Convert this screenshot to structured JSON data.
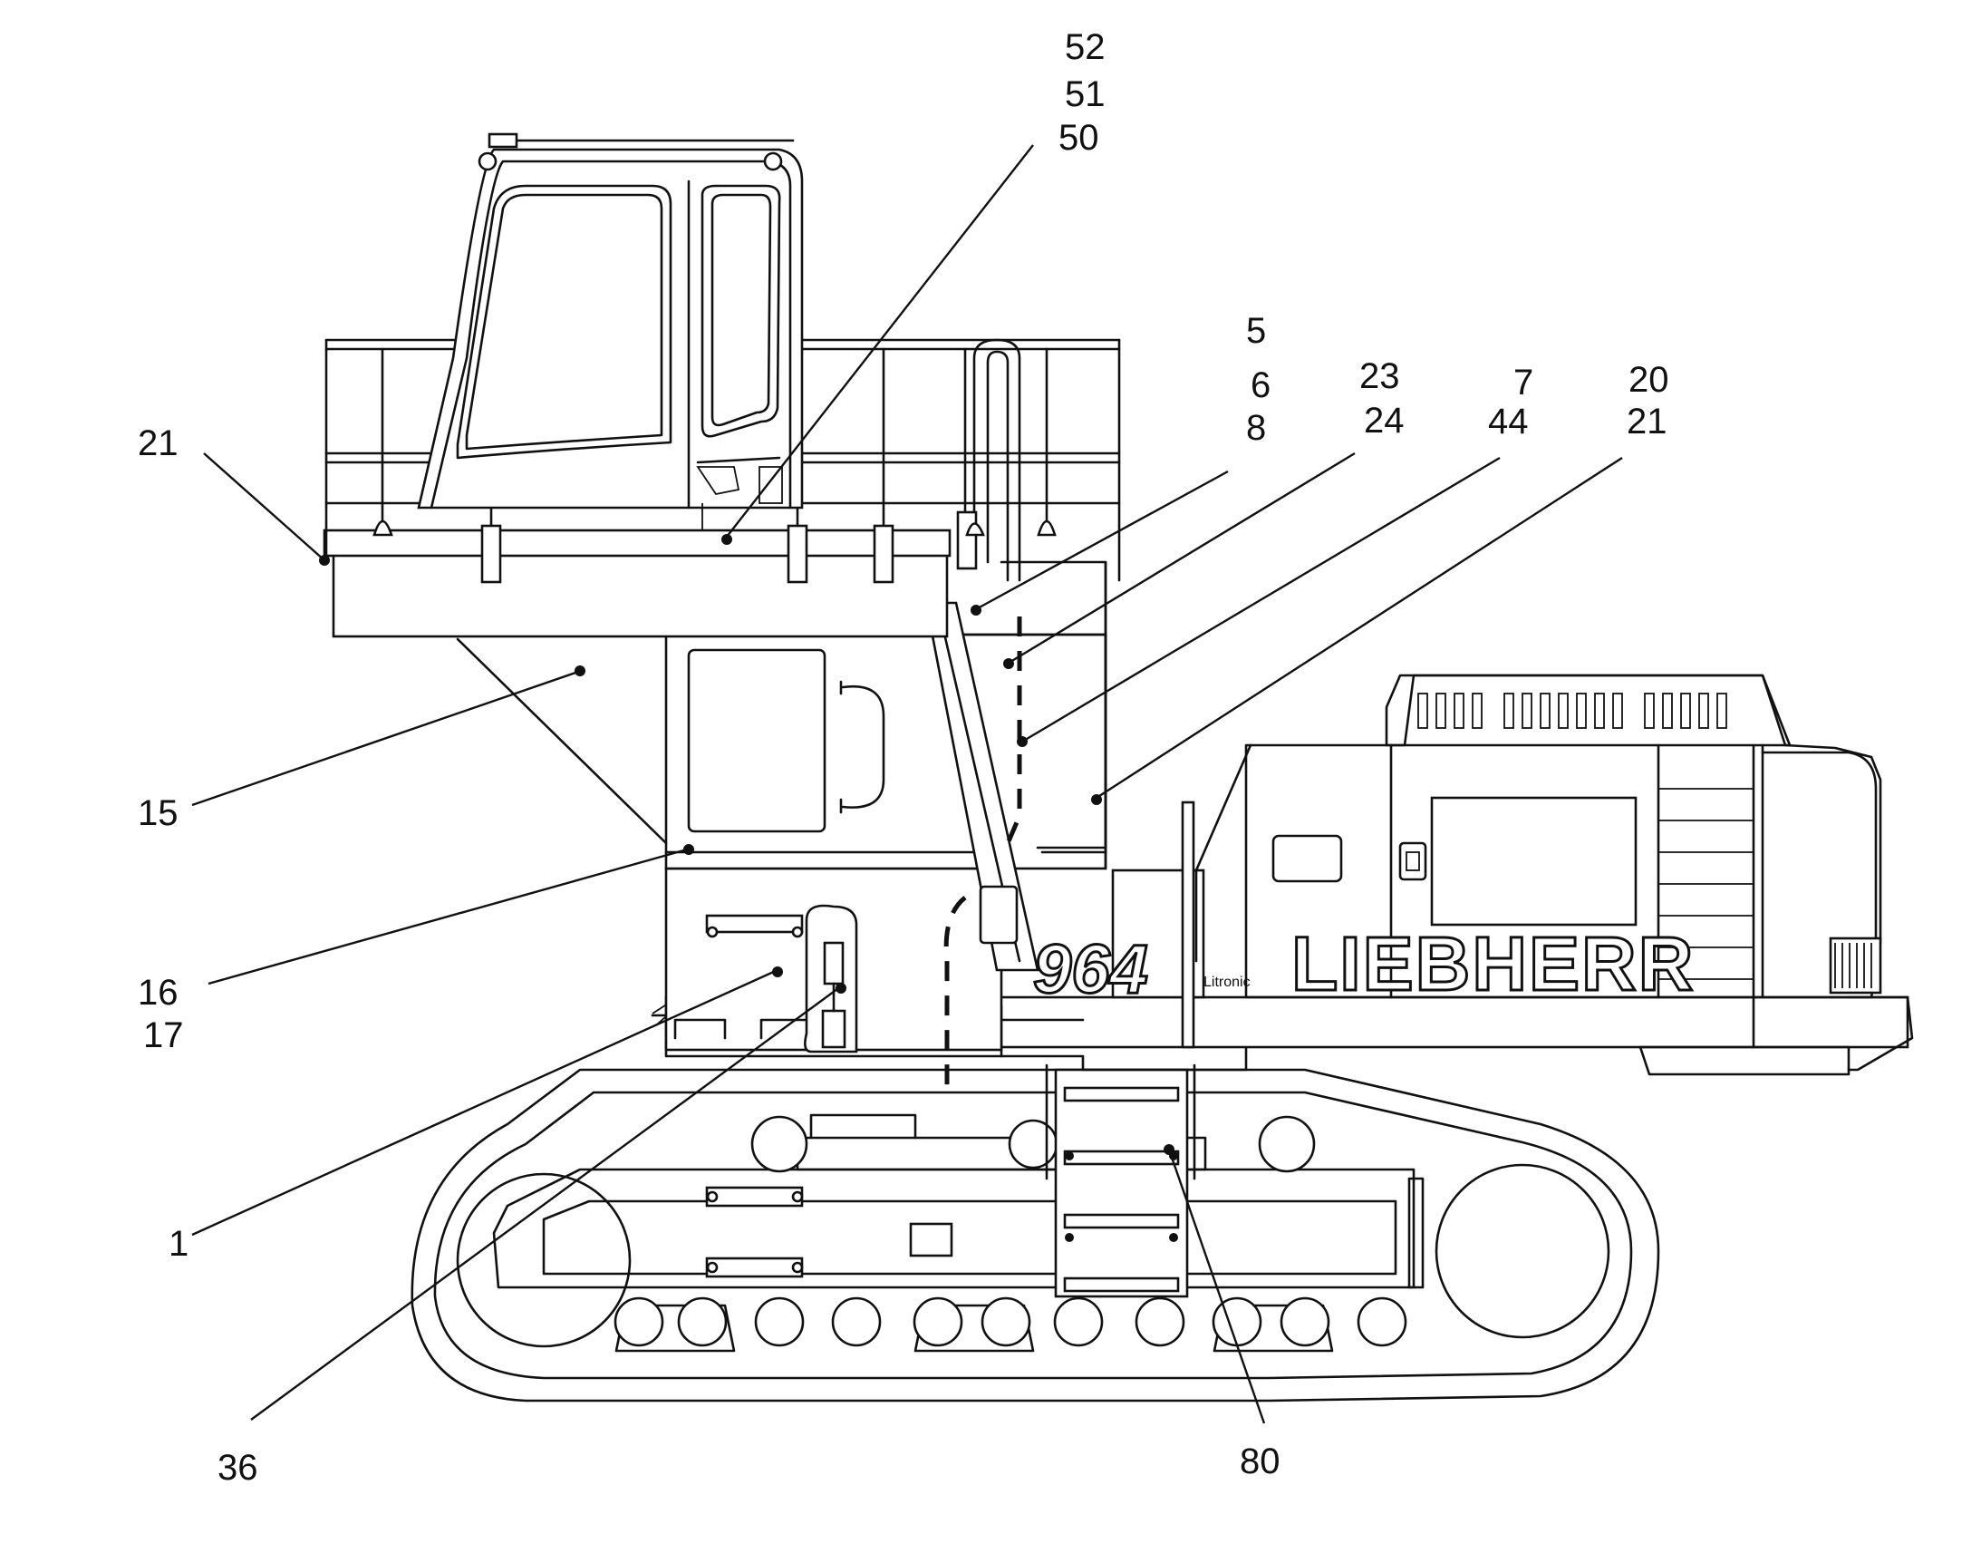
{
  "drawing": {
    "brand_lettering": "LIEBHERR",
    "model_lettering": "964",
    "model_suffix": "Litronic"
  },
  "callouts": {
    "c52": "52",
    "c51": "51",
    "c50": "50",
    "c5": "5",
    "c6": "6",
    "c8": "8",
    "c23": "23",
    "c24": "24",
    "c7": "7",
    "c44": "44",
    "c20": "20",
    "c21_right": "21",
    "c21_left": "21",
    "c15": "15",
    "c16": "16",
    "c17": "17",
    "c1": "1",
    "c36": "36",
    "c80": "80"
  },
  "colors": {
    "line": "#111111",
    "background": "#ffffff"
  }
}
